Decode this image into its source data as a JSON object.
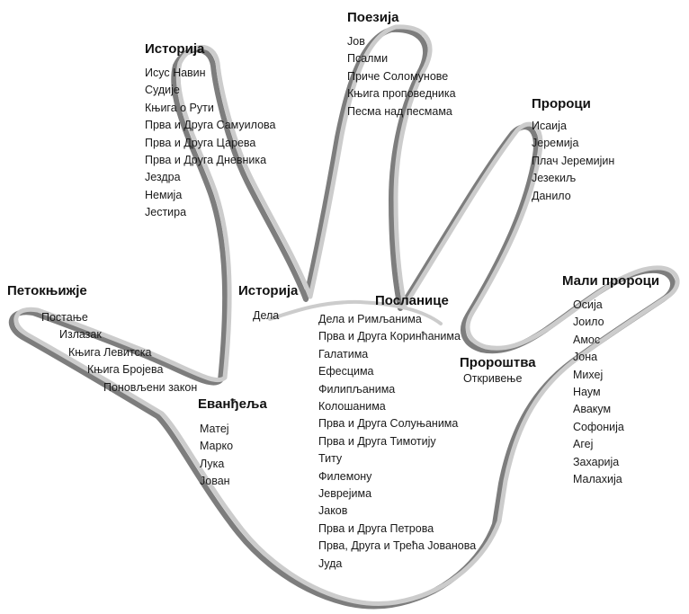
{
  "colors": {
    "outline_front": "#cccccc",
    "outline_shadow": "#7d7d7d",
    "text": "#1a1a1a"
  },
  "groups": [
    {
      "id": "pentateuch",
      "title": "Петокњижје",
      "books": [
        "Постање",
        "Излазак",
        "Књига Левитска",
        "Књига Бројева",
        "Поновљени закон"
      ]
    },
    {
      "id": "history-ot",
      "title": "Историја",
      "books": [
        "Исус Навин",
        "Судије",
        "Књига о Рути",
        "Прва и Друга Самуилова",
        "Прва и Друга Царева",
        "Прва и Друга Дневника",
        "Јездра",
        "Немија",
        "Јестира"
      ]
    },
    {
      "id": "poetry",
      "title": "Поезија",
      "books": [
        "Јов",
        "Псалми",
        "Приче Соломунове",
        "Књига проповедника",
        "Песма над песмама"
      ]
    },
    {
      "id": "prophets",
      "title": "Пророци",
      "books": [
        "Исаија",
        "Јеремија",
        "Плач Јеремијин",
        "Језекиљ",
        "Данило"
      ]
    },
    {
      "id": "minor-prophets",
      "title": "Мали пророци",
      "books": [
        "Осија",
        "Јоило",
        "Амос",
        "Јона",
        "Михеј",
        "Наум",
        "Авакум",
        "Софонија",
        "Агеј",
        "Захарија",
        "Малахија"
      ]
    },
    {
      "id": "gospels",
      "title": "Еванђеља",
      "books": [
        "Матеј",
        "Марко",
        "Лука",
        "Јован"
      ]
    },
    {
      "id": "history-nt",
      "title": "Историја",
      "books": [
        "Дела"
      ]
    },
    {
      "id": "epistles",
      "title": "Посланице",
      "books": [
        "Дела и Римљанима",
        "Прва и Друга Коринћанима",
        "Галатима",
        "Ефесцима",
        "Филипљанима",
        "Колошанима",
        "Прва и Друга Солуњанима",
        "Прва и Друга Тимотију",
        "Титу",
        "Филемону",
        "Јеврејима",
        "Јаков",
        "Прва и Друга Петрова",
        "Прва, Друга и Трећа Јованова",
        "Јуда"
      ]
    },
    {
      "id": "prophecy",
      "title": "Пророштва",
      "books": [
        "Откривење"
      ]
    }
  ]
}
